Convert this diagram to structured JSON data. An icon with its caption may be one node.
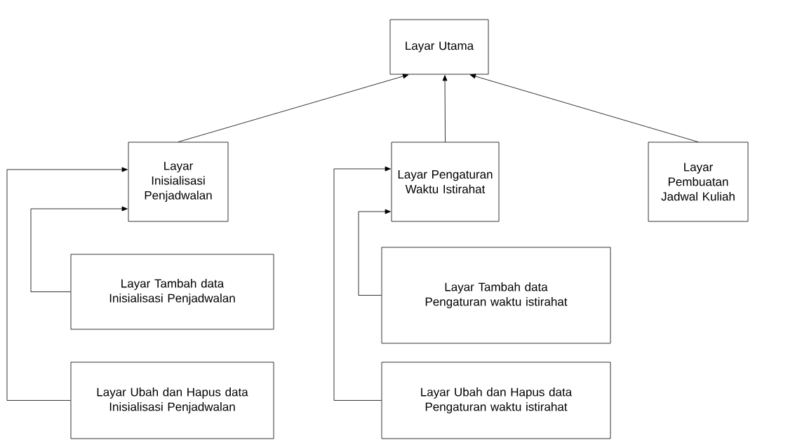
{
  "diagram": {
    "nodes": [
      {
        "text": [
          "Layar Utama"
        ]
      },
      {
        "text": [
          "Layar Inisialisasi Penjadwalan"
        ]
      },
      {
        "text": [
          "Layar Pengaturan Waktu Istirahat"
        ]
      },
      {
        "text": [
          "Layar Pembuatan Jadwal Kuliah"
        ]
      },
      {
        "text": [
          "Layar Tambah data Inisialisasi Penjadwalan"
        ]
      },
      {
        "text": [
          "Layar Ubah dan Hapus data Inisialisasi Penjadwalan"
        ]
      },
      {
        "text": [
          "Layar Tambah data Pengaturan waktu istirahat"
        ]
      },
      {
        "text": [
          "Layar Ubah dan Hapus data Pengaturan waktu istirahat"
        ]
      }
    ],
    "edges": [
      {
        "from": 1,
        "to": 0,
        "arrow": "to"
      },
      {
        "from": 2,
        "to": 0,
        "arrow": "to"
      },
      {
        "from": 3,
        "to": 0,
        "arrow": "to"
      },
      {
        "from": 4,
        "to": 1,
        "arrow": "to"
      },
      {
        "from": 5,
        "to": 1,
        "arrow": "to"
      },
      {
        "from": 6,
        "to": 2,
        "arrow": "to"
      },
      {
        "from": 7,
        "to": 2,
        "arrow": "to"
      }
    ]
  }
}
